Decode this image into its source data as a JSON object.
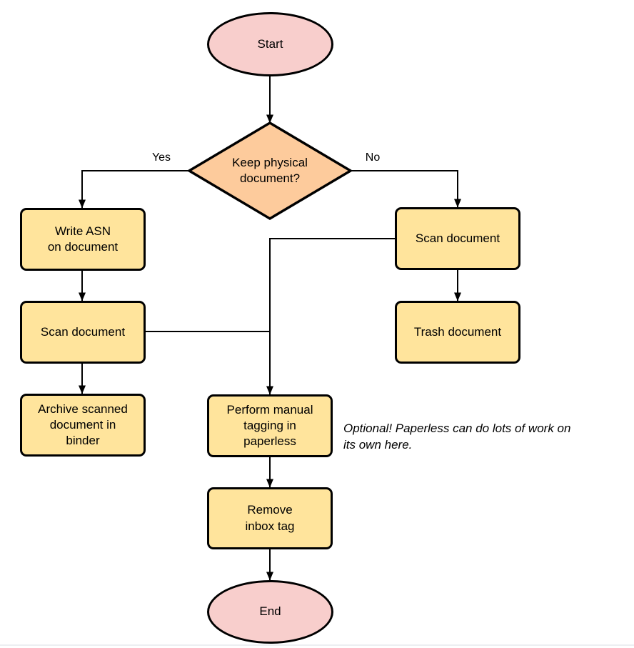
{
  "nodes": {
    "start": {
      "label": "Start",
      "type": "terminal"
    },
    "decision": {
      "label": "Keep physical\ndocument?",
      "type": "decision"
    },
    "write_asn": {
      "label": "Write ASN\non document",
      "type": "process"
    },
    "scan_left": {
      "label": "Scan document",
      "type": "process"
    },
    "archive": {
      "label": "Archive scanned\ndocument in\nbinder",
      "type": "process"
    },
    "scan_right": {
      "label": "Scan document",
      "type": "process"
    },
    "trash": {
      "label": "Trash document",
      "type": "process"
    },
    "tagging": {
      "label": "Perform manual\ntagging in\npaperless",
      "type": "process"
    },
    "remove_inbox": {
      "label": "Remove\ninbox tag",
      "type": "process"
    },
    "end": {
      "label": "End",
      "type": "terminal"
    }
  },
  "edge_labels": {
    "yes": "Yes",
    "no": "No"
  },
  "annotation": {
    "text": "Optional! Paperless can do lots of work on\nits own here."
  },
  "colors": {
    "terminal_fill": "#f8cecc",
    "decision_fill": "#fdcb9c",
    "process_fill": "#ffe49c",
    "stroke": "#000000",
    "background": "#ffffff",
    "bottom_rule": "#edeff2"
  }
}
